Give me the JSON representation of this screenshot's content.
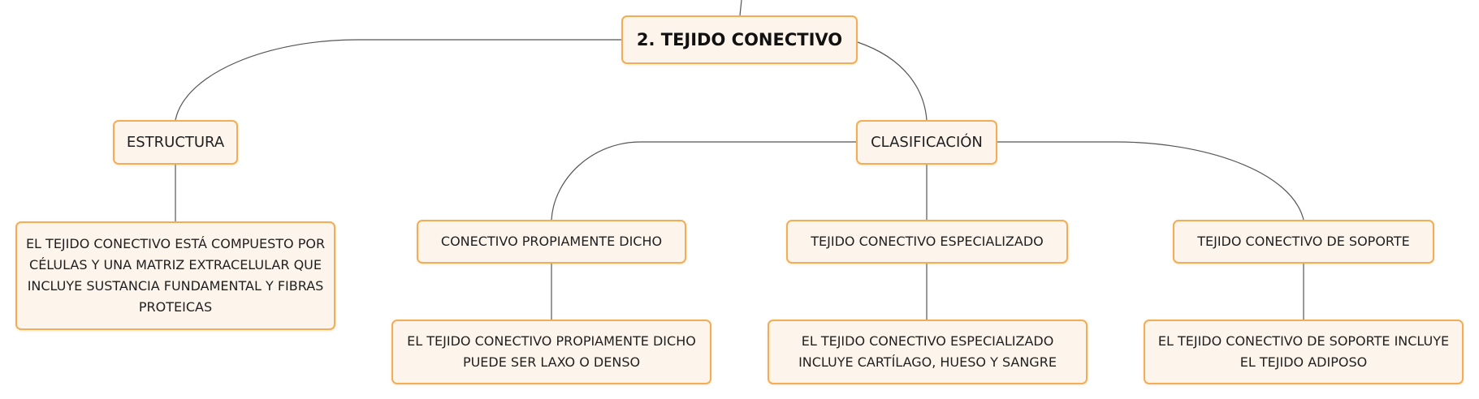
{
  "diagram": {
    "root": {
      "label": "2. TEJIDO CONECTIVO"
    },
    "structure": {
      "label": "ESTRUCTURA",
      "description": "EL TEJIDO CONECTIVO ESTÁ COMPUESTO POR CÉLULAS Y UNA MATRIZ EXTRACELULAR QUE INCLUYE SUSTANCIA FUNDAMENTAL Y FIBRAS PROTEICAS"
    },
    "classification": {
      "label": "CLASIFICACIÓN",
      "types": [
        {
          "label": "CONECTIVO PROPIAMENTE DICHO",
          "description": "EL TEJIDO CONECTIVO PROPIAMENTE DICHO PUEDE SER LAXO O DENSO"
        },
        {
          "label": "TEJIDO CONECTIVO ESPECIALIZADO",
          "description": "EL TEJIDO CONECTIVO ESPECIALIZADO INCLUYE CARTÍLAGO, HUESO Y SANGRE"
        },
        {
          "label": "TEJIDO CONECTIVO DE SOPORTE",
          "description": "EL TEJIDO CONECTIVO DE SOPORTE INCLUYE EL TEJIDO ADIPOSO"
        }
      ]
    },
    "colors": {
      "node_border": "#f2ad55",
      "node_fill": "#fdf5ec",
      "connector": "#555555"
    }
  }
}
